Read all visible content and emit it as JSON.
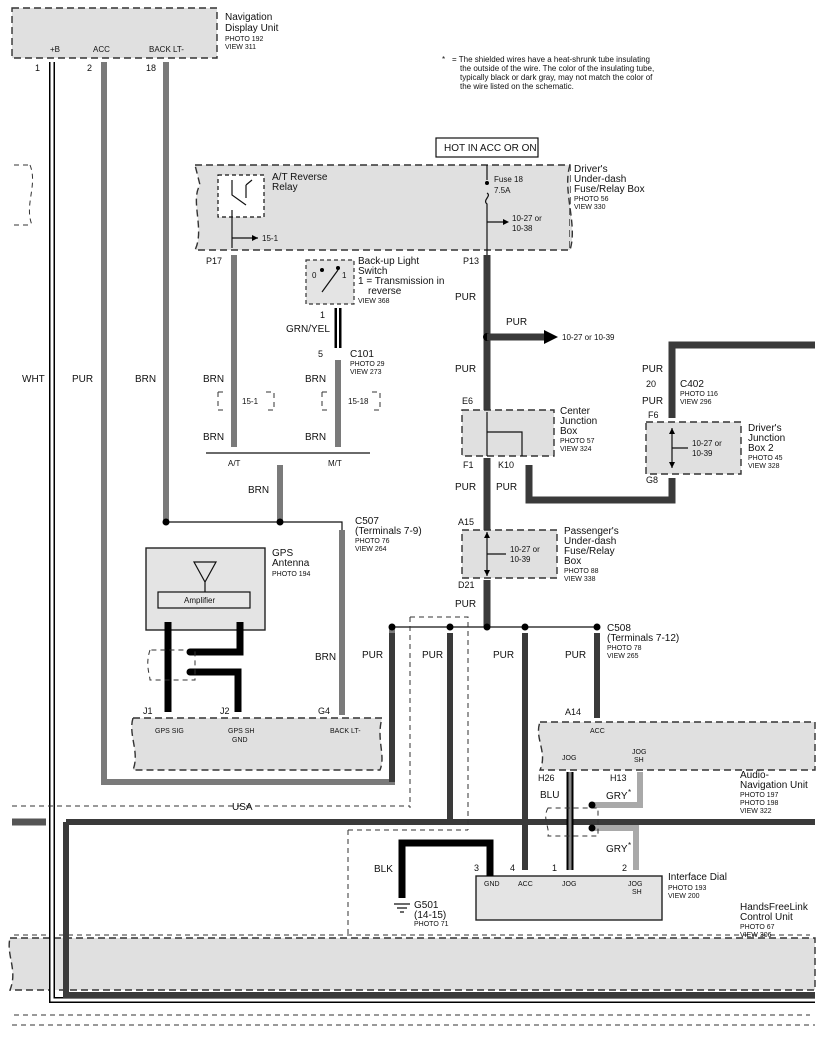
{
  "note": {
    "star": "*",
    "lines": [
      "= The shielded wires have a heat-shrunk tube insulating",
      "the outside of the wire. The color of the insulating tube,",
      "typically black or dark gray, may not match the color of",
      "the wire listed on the schematic."
    ]
  },
  "nav_unit": {
    "title": [
      "Navigation",
      "Display Unit"
    ],
    "photo": "PHOTO 192",
    "view": "VIEW 311",
    "pins": {
      "b": "+B",
      "acc": "ACC",
      "back": "BACK LT-"
    },
    "pin_nums": {
      "b": "1",
      "acc": "2",
      "back": "18"
    }
  },
  "hot_label": "HOT IN ACC OR ON",
  "fuse_box": {
    "title": [
      "Driver's",
      "Under-dash",
      "Fuse/Relay Box"
    ],
    "photo": "PHOTO 56",
    "view": "VIEW 330",
    "fuse": "Fuse 18",
    "amps": "7.5A",
    "ref": [
      "10-27 or",
      "10-38"
    ],
    "relay": [
      "A/T Reverse",
      "Relay"
    ],
    "relay_ref": "15-1",
    "pin_p17": "P17",
    "pin_p13": "P13"
  },
  "backup_switch": {
    "title": [
      "Back-up Light",
      "Switch"
    ],
    "desc": [
      "1 = Transmission in",
      "reverse"
    ],
    "view": "VIEW 368",
    "pos0": "0",
    "pos1": "1",
    "pin": "1"
  },
  "c101": {
    "pin": "5",
    "name": "C101",
    "photo": "PHOTO 29",
    "view": "VIEW 273"
  },
  "c402": {
    "pin": "20",
    "name": "C402",
    "photo": "PHOTO 116",
    "view": "VIEW 296",
    "pin_f6": "F6"
  },
  "center_jb": {
    "title": [
      "Center",
      "Junction",
      "Box"
    ],
    "photo": "PHOTO 57",
    "view": "VIEW 324",
    "pins": {
      "e6": "E6",
      "f1": "F1",
      "k10": "K10"
    }
  },
  "drivers_jb2": {
    "title": [
      "Driver's",
      "Junction",
      "Box 2"
    ],
    "photo": "PHOTO 45",
    "view": "VIEW 328",
    "ref": [
      "10-27 or",
      "10-39"
    ],
    "pin_g8": "G8"
  },
  "pass_fuse": {
    "title": [
      "Passenger's",
      "Under-dash",
      "Fuse/Relay",
      "Box"
    ],
    "photo": "PHOTO 88",
    "view": "VIEW 338",
    "ref": [
      "10-27 or",
      "10-39"
    ],
    "pin_a15": "A15",
    "pin_d21": "D21"
  },
  "arrow_ref": "10-27 or 10-39",
  "gps": {
    "title": [
      "GPS",
      "Antenna"
    ],
    "photo": "PHOTO 194",
    "amp": "Amplifier"
  },
  "c507": {
    "name": "C507",
    "terms": "(Terminals 7-9)",
    "photo": "PHOTO 76",
    "view": "VIEW 264"
  },
  "c508": {
    "name": "C508",
    "terms": "(Terminals 7-12)",
    "photo": "PHOTO 78",
    "view": "VIEW 265"
  },
  "connector_15_1": "15-1",
  "connector_15_18": "15-18",
  "trans": {
    "at": "A/T",
    "mt": "M/T"
  },
  "wire_colors": {
    "wht": "WHT",
    "pur": "PUR",
    "brn": "BRN",
    "grn_yel": "GRN/YEL",
    "blk": "BLK",
    "blu": "BLU",
    "gry": "GRY"
  },
  "gps_pins": {
    "j1": "J1",
    "j2": "J2",
    "g4": "G4",
    "sig": "GPS SIG",
    "sh": "GPS SH",
    "gnd": "GND",
    "back": "BACK LT-"
  },
  "usa": "USA",
  "audio_nav": {
    "title": [
      "Audio-",
      "Navigation Unit"
    ],
    "photos": [
      "PHOTO 197",
      "PHOTO 198"
    ],
    "view": "VIEW 322",
    "pins": {
      "a14": "A14",
      "h26": "H26",
      "h13": "H13"
    },
    "labels": {
      "acc": "ACC",
      "jog": "JOG",
      "jog_sh": [
        "JOG",
        "SH"
      ]
    }
  },
  "interface_dial": {
    "title": "Interface Dial",
    "photo": "PHOTO 193",
    "view": "VIEW 200",
    "pins": {
      "p3": "3",
      "p4": "4",
      "p1": "1",
      "p2": "2"
    },
    "labels": {
      "gnd": "GND",
      "acc": "ACC",
      "jog": "JOG",
      "jog_sh": [
        "JOG",
        "SH"
      ]
    }
  },
  "ground": {
    "name": "G501",
    "ref": "(14-15)",
    "photo": "PHOTO 71"
  },
  "handsfree": {
    "title": [
      "HandsFreeLink",
      "Control Unit"
    ],
    "photo": "PHOTO 67",
    "view": "VIEW 306"
  }
}
